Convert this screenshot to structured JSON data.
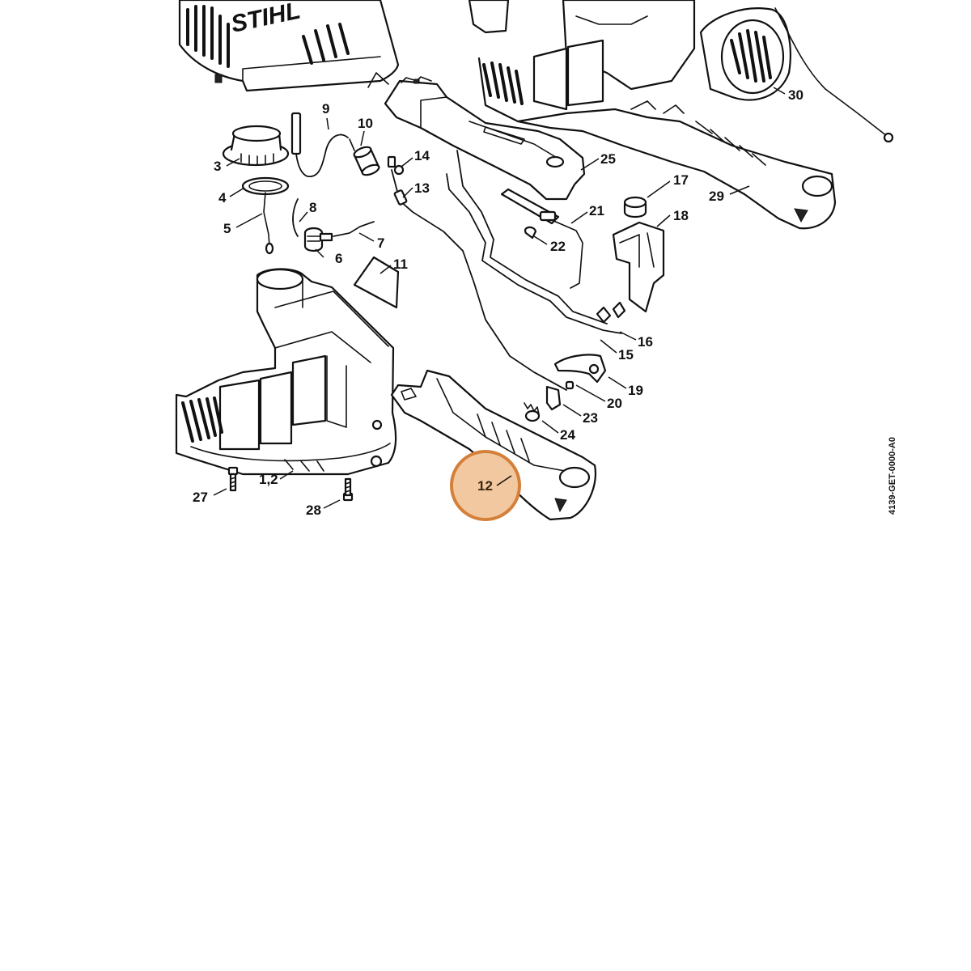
{
  "brand": "STIHL",
  "drawing_code": "4139-GET-0000-A0",
  "highlight": {
    "label": "12",
    "fill": "#f2c8a0",
    "stroke": "#d4803a"
  },
  "callouts": [
    "1,2",
    "3",
    "4",
    "5",
    "6",
    "7",
    "8",
    "9",
    "10",
    "11",
    "13",
    "14",
    "15",
    "16",
    "17",
    "18",
    "19",
    "20",
    "21",
    "22",
    "23",
    "24",
    "25",
    "27",
    "28",
    "29",
    "30"
  ]
}
